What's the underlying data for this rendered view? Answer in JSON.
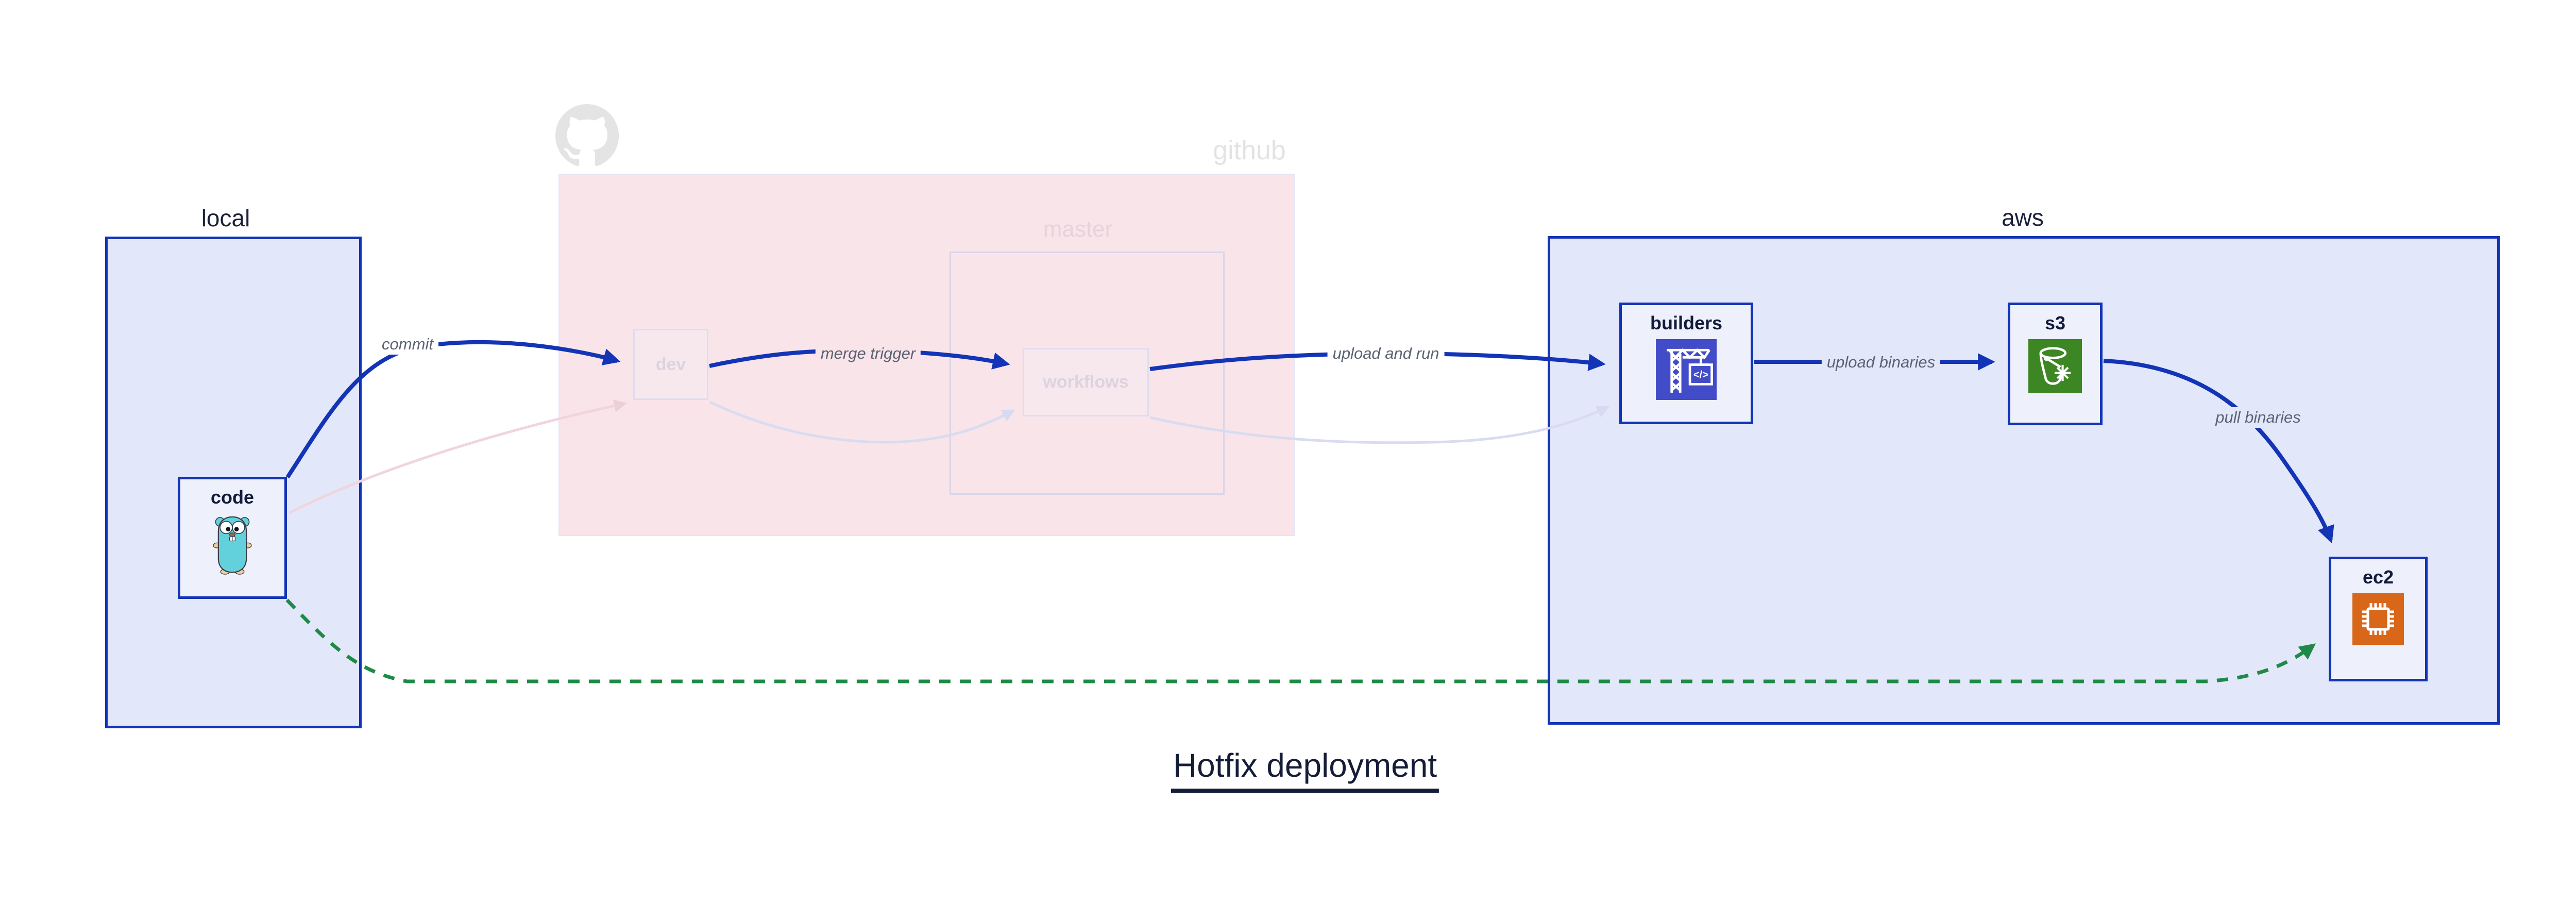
{
  "title": "Hotfix deployment",
  "clusters": {
    "local": {
      "label": "local"
    },
    "github": {
      "label": "github",
      "master_label": "master"
    },
    "aws": {
      "label": "aws"
    }
  },
  "nodes": {
    "code": {
      "label": "code",
      "icon": "go-gopher-icon"
    },
    "dev": {
      "label": "dev"
    },
    "workflows": {
      "label": "workflows"
    },
    "builders": {
      "label": "builders",
      "icon": "codebuild-crane-icon",
      "icon_glyph": "</>"
    },
    "s3": {
      "label": "s3",
      "icon": "s3-bucket-icon"
    },
    "ec2": {
      "label": "ec2",
      "icon": "ec2-chip-icon"
    }
  },
  "edges": {
    "commit": {
      "label": "commit"
    },
    "merge_trigger": {
      "label": "merge trigger"
    },
    "upload_and_run": {
      "label": "upload and run"
    },
    "upload_binaries": {
      "label": "upload binaries"
    },
    "pull_binaries": {
      "label": "pull binaries"
    },
    "hotfix_dashed": {
      "label": ""
    }
  },
  "icons": [
    "github-octocat-icon",
    "go-gopher-icon",
    "codebuild-crane-icon",
    "s3-bucket-icon",
    "ec2-chip-icon"
  ],
  "colors": {
    "accent_blue": "#1334b6",
    "container_fill": "#e2e7f9",
    "node_fill": "#eef1fb",
    "github_fill": "#f9e4e9",
    "github_border": "#e3e6f6",
    "master_border": "#d9d5e9",
    "faded_pink_edge": "#f0d5de",
    "faded_lavender_edge": "#d9dcf1",
    "hotfix_green": "#1f8a47",
    "title_navy": "#141c38",
    "ghost_grey": "#e3e3e6",
    "edge_label_grey": "#5a6273",
    "codebuild_indigo": "#434cc8",
    "s3_green": "#3d8624",
    "ec2_orange": "#d9671a",
    "gopher_teal": "#63d1db"
  }
}
